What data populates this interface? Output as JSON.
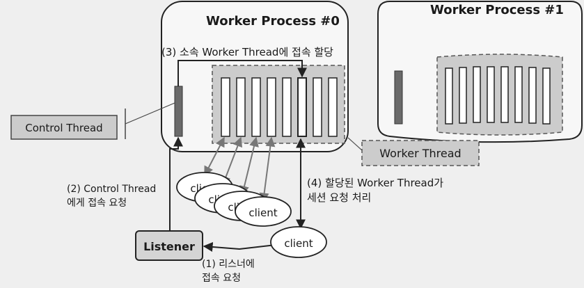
{
  "diagram": {
    "process0_title": "Worker Process #0",
    "process1_title": "Worker Process #1",
    "control_thread": "Control Thread",
    "worker_thread": "Worker Thread",
    "listener": "Listener",
    "clients": [
      "client",
      "client",
      "client",
      "client"
    ],
    "bottom_client": "client",
    "step1": [
      "(1) 리스너에",
      "접속 요청"
    ],
    "step2": [
      "(2) Control Thread",
      "에게 접속 요청"
    ],
    "step3": "(3) 소속 Worker Thread에 접속 할당",
    "step4": [
      "(4) 할당된 Worker Thread가",
      "세션 요청 처리"
    ],
    "colors": {
      "thread_fill": "#cccccc",
      "bar_fill": "#6a6a6a",
      "line": "#222222",
      "arrow_gray": "#777777"
    }
  }
}
